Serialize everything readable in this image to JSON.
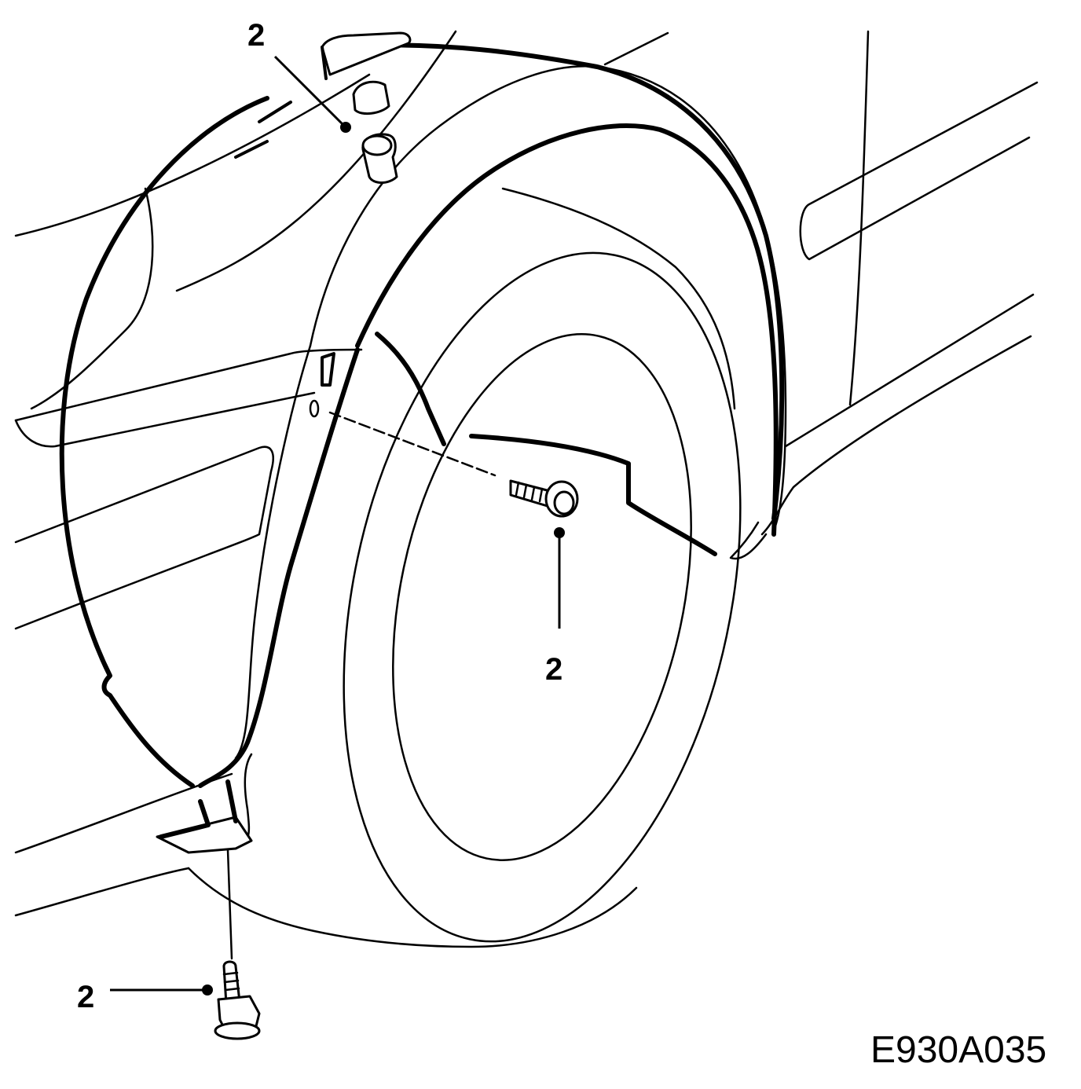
{
  "diagram": {
    "callouts": [
      {
        "id": "callout-top",
        "number": "2"
      },
      {
        "id": "callout-center",
        "number": "2"
      },
      {
        "id": "callout-bottom",
        "number": "2"
      }
    ],
    "figure_code": "E930A035"
  }
}
